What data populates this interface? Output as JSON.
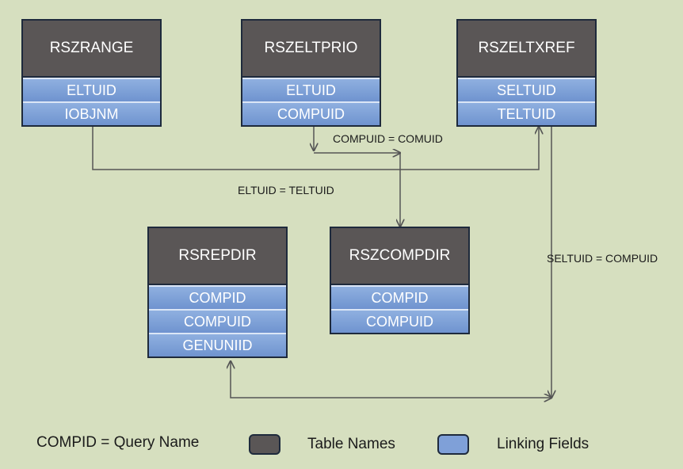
{
  "tables": [
    {
      "name": "RSZRANGE",
      "fields": [
        "ELTUID",
        "IOBJNM"
      ]
    },
    {
      "name": "RSZELTPRIO",
      "fields": [
        "ELTUID",
        "COMPUID"
      ]
    },
    {
      "name": "RSZELTXREF",
      "fields": [
        "SELTUID",
        "TELTUID"
      ]
    },
    {
      "name": "RSREPDIR",
      "fields": [
        "COMPID",
        "COMPUID",
        "GENUNIID"
      ]
    },
    {
      "name": "RSZCOMPDIR",
      "fields": [
        "COMPID",
        "COMPUID"
      ]
    }
  ],
  "joins": {
    "compuid_comuid": "COMPUID = COMUID",
    "eltuid_teltuid": "ELTUID = TELTUID",
    "seltuid_compuid": "SELTUID = COMPUID"
  },
  "legend": {
    "note": "COMPID = Query Name",
    "table_names": "Table Names",
    "linking_fields": "Linking Fields",
    "table_color": "#5a5656",
    "field_color": "#7fa0d8"
  }
}
